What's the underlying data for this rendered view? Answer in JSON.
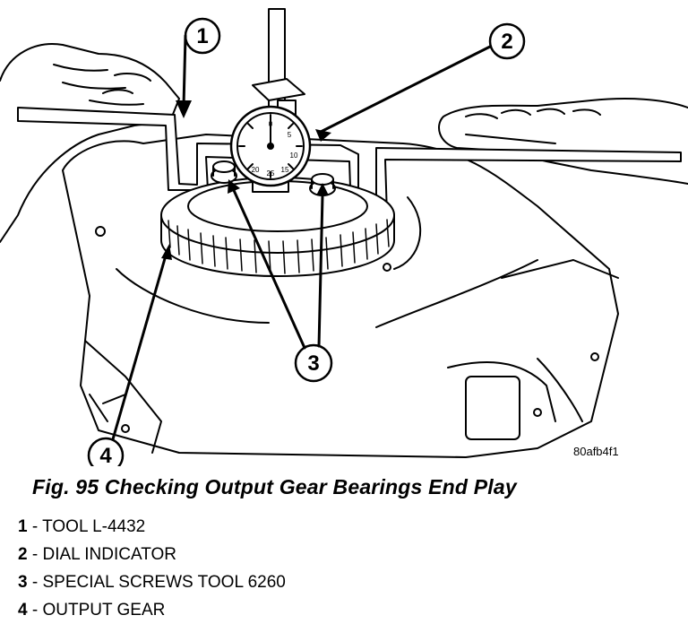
{
  "figure": {
    "code": "80afb4f1",
    "caption": "Fig. 95 Checking Output Gear Bearings End Play",
    "callouts": [
      "1",
      "2",
      "3",
      "4"
    ],
    "dial_marks": [
      "0",
      "5",
      "10",
      "15",
      "20",
      "25"
    ]
  },
  "legend": [
    {
      "num": "1",
      "sep": " - ",
      "text": "TOOL L-4432"
    },
    {
      "num": "2",
      "sep": " - ",
      "text": "DIAL INDICATOR"
    },
    {
      "num": "3",
      "sep": " - ",
      "text": "SPECIAL SCREWS TOOL 6260"
    },
    {
      "num": "4",
      "sep": " - ",
      "text": "OUTPUT GEAR"
    }
  ]
}
